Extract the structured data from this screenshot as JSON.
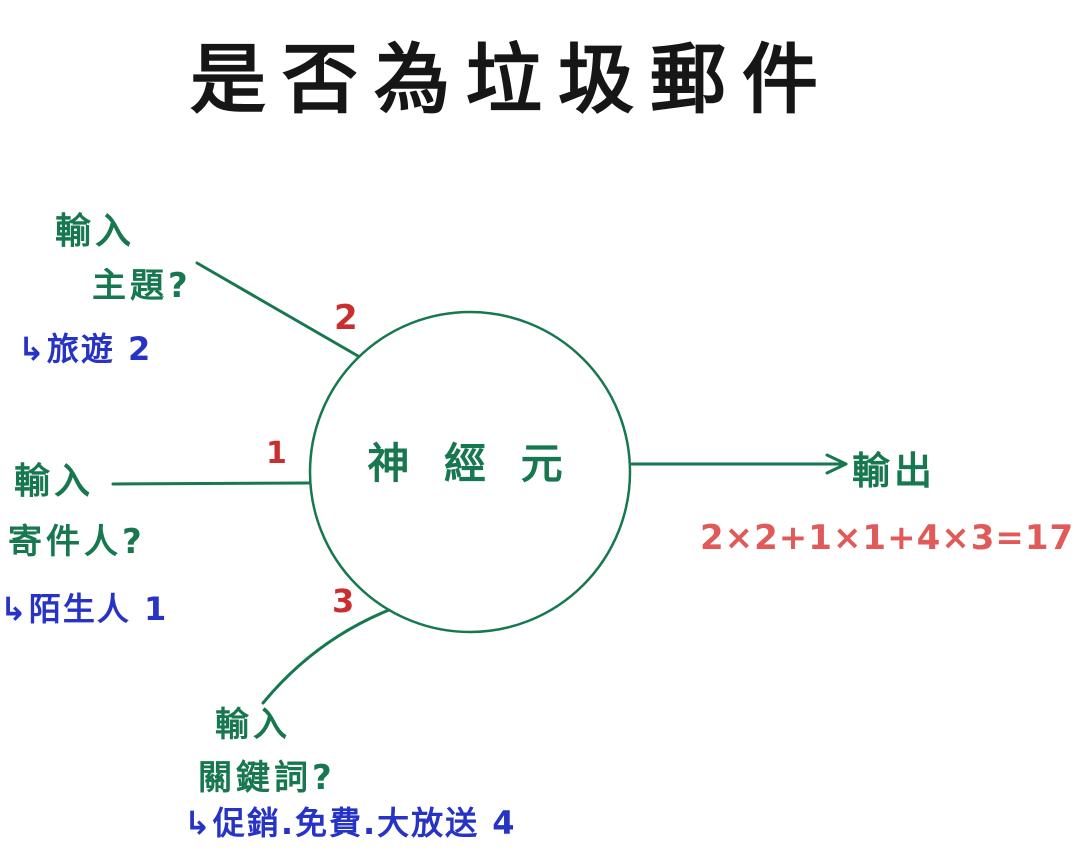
{
  "title": "是否為垃圾郵件",
  "neuron": {
    "label": "神 經 元"
  },
  "inputs": [
    {
      "name": "輸入",
      "question": "主題?",
      "weight": "2",
      "annotation": "↳旅遊 2"
    },
    {
      "name": "輸入",
      "question": "寄件人?",
      "weight": "1",
      "annotation": "↳陌生人 1"
    },
    {
      "name": "輸入",
      "question": "關鍵詞?",
      "weight": "3",
      "annotation": "↳促銷.免費.大放送 4"
    }
  ],
  "output": {
    "label": "輸出",
    "formula": "2×2+1×1+4×3=17"
  },
  "colors": {
    "ink": "#161616",
    "green": "#17784f",
    "red": "#c92f2f",
    "formula_red": "#e05a5a",
    "blue": "#2733c4"
  }
}
